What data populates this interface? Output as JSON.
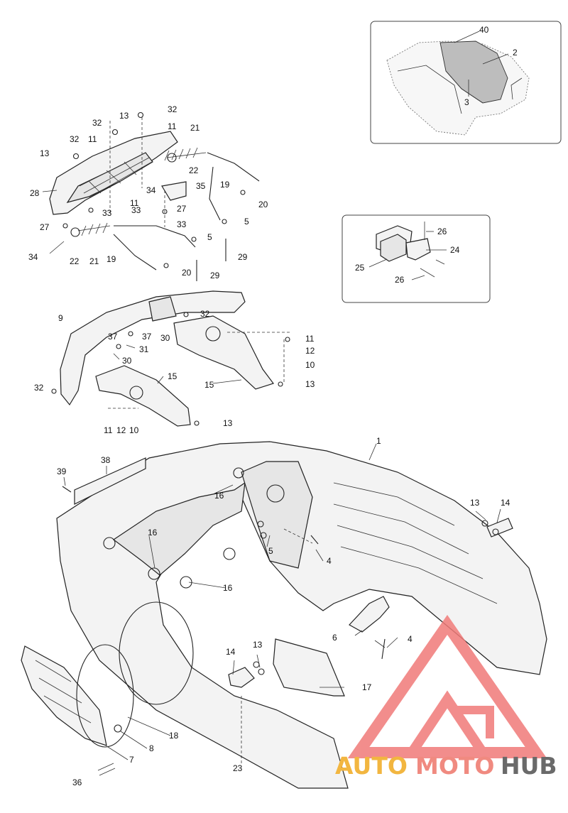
{
  "watermark": {
    "brand_a": "AUTO",
    "brand_b": "MOTO",
    "brand_c": "HUB",
    "color_a": "#f2b640",
    "color_b": "#f08a80",
    "color_c": "#6a6a6a",
    "logo_color": "#f07a78"
  },
  "callouts": {
    "c1": "1",
    "c2": "2",
    "c3": "3",
    "c4a": "4",
    "c4b": "4",
    "c5a": "5",
    "c5b": "5",
    "c5c": "5",
    "c6": "6",
    "c7": "7",
    "c8": "8",
    "c9": "9",
    "c10a": "10",
    "c10b": "10",
    "c11a": "11",
    "c11b": "11",
    "c11c": "11",
    "c11d": "11",
    "c11e": "11",
    "c12a": "12",
    "c12b": "12",
    "c13a": "13",
    "c13b": "13",
    "c13c": "13",
    "c13d": "13",
    "c13e": "13",
    "c13f": "13",
    "c14a": "14",
    "c14b": "14",
    "c15a": "15",
    "c15b": "15",
    "c16a": "16",
    "c16b": "16",
    "c16c": "16",
    "c17": "17",
    "c18": "18",
    "c19a": "19",
    "c19b": "19",
    "c20a": "20",
    "c20b": "20",
    "c21a": "21",
    "c21b": "21",
    "c22a": "22",
    "c22b": "22",
    "c23": "23",
    "c24": "24",
    "c25": "25",
    "c26a": "26",
    "c26b": "26",
    "c27a": "27",
    "c27b": "27",
    "c28": "28",
    "c29a": "29",
    "c29b": "29",
    "c30a": "30",
    "c30b": "30",
    "c31": "31",
    "c32a": "32",
    "c32b": "32",
    "c32c": "32",
    "c32d": "32",
    "c32e": "32",
    "c33a": "33",
    "c33b": "33",
    "c33c": "33",
    "c34a": "34",
    "c34b": "34",
    "c35": "35",
    "c36": "36",
    "c37a": "37",
    "c37b": "37",
    "c38": "38",
    "c39": "39",
    "c40": "40"
  }
}
